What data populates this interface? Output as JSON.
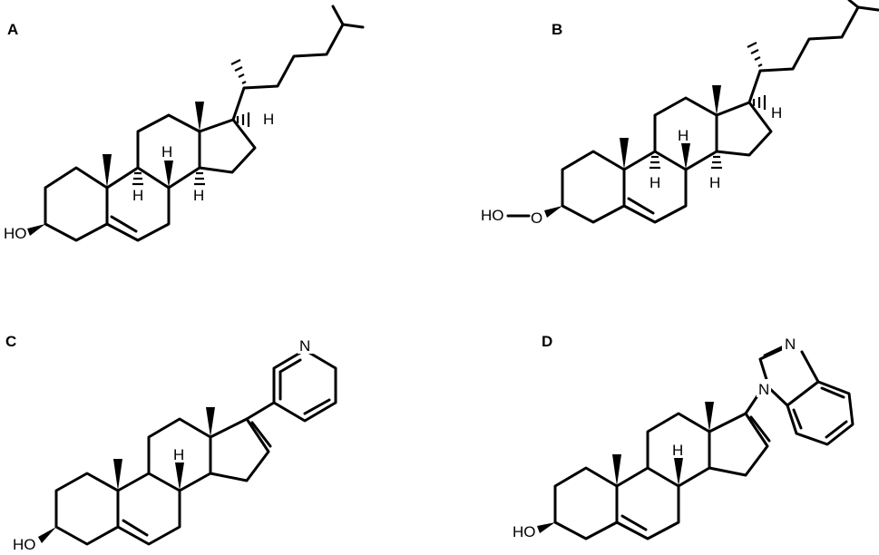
{
  "panels": [
    {
      "label": "A",
      "atoms": {
        "hydroxyl": "HO",
        "h17": "H",
        "h9": "H",
        "h8": "H",
        "h14": "H"
      }
    },
    {
      "label": "B",
      "atoms": {
        "hydroperoxy_h": "HO",
        "hydroperoxy_o": "O",
        "h17": "H",
        "h9": "H",
        "h8": "H",
        "h14": "H"
      }
    },
    {
      "label": "C",
      "atoms": {
        "hydroxyl": "HO",
        "h8": "H",
        "pyridine_n": "N"
      }
    },
    {
      "label": "D",
      "atoms": {
        "hydroxyl": "HO",
        "h8": "H",
        "imidazole_n3": "N",
        "imidazole_n1": "N"
      }
    }
  ]
}
